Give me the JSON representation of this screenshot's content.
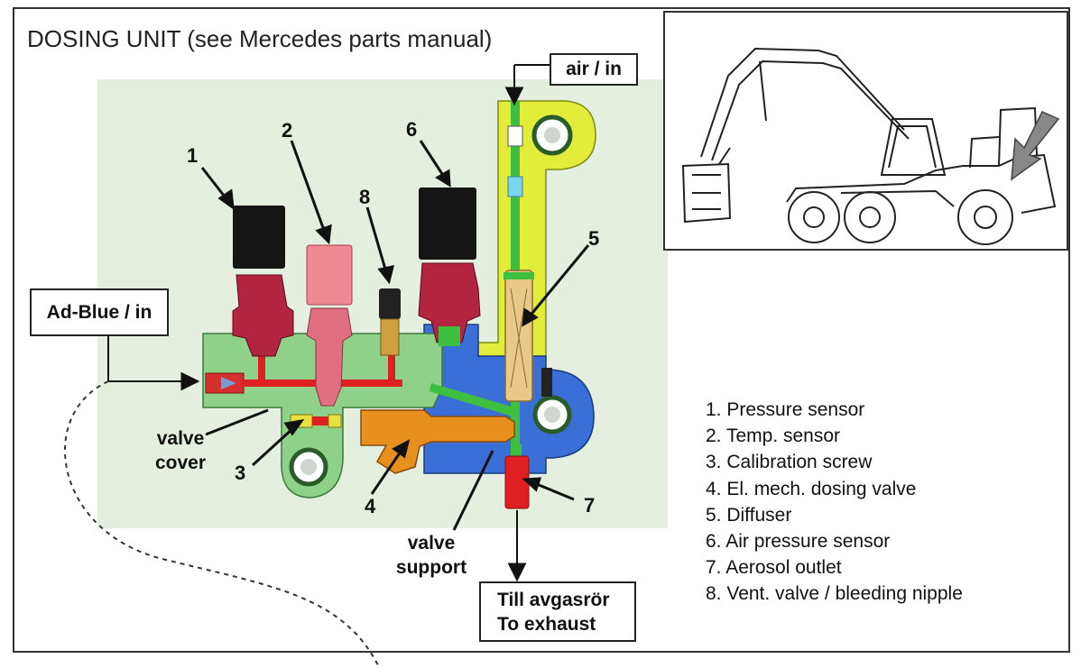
{
  "title": "DOSING UNIT  (see Mercedes parts manual)",
  "boxes": {
    "air_in": "air / in",
    "adblue_in": "Ad-Blue / in",
    "exhaust_line1": "Till avgasrör",
    "exhaust_line2": "To exhaust"
  },
  "numbers": {
    "n1": "1",
    "n2": "2",
    "n3": "3",
    "n4": "4",
    "n5": "5",
    "n6": "6",
    "n7": "7",
    "n8": "8"
  },
  "labels": {
    "valve_cover_1": "valve",
    "valve_cover_2": "cover",
    "valve_support_1": "valve",
    "valve_support_2": "support"
  },
  "legend": [
    "1. Pressure sensor",
    "2. Temp. sensor",
    "3. Calibration screw",
    "4. El. mech. dosing valve",
    "5. Diffuser",
    "6. Air pressure sensor",
    "7. Aerosol outlet",
    "8. Vent. valve / bleeding nipple"
  ],
  "colors": {
    "manifold_green": "#8fd08a",
    "support_blue": "#3a6fd8",
    "diffuser_yellow": "#e4ec3a",
    "sensor_black": "#151515",
    "sensor_red": "#b3243f",
    "temp_pink": "#f08a92",
    "valve_orange": "#e8901e",
    "vent_brass": "#d0a040",
    "background_panel": "#e4efe0"
  },
  "icons": [
    "harvester-machine-illustration"
  ]
}
